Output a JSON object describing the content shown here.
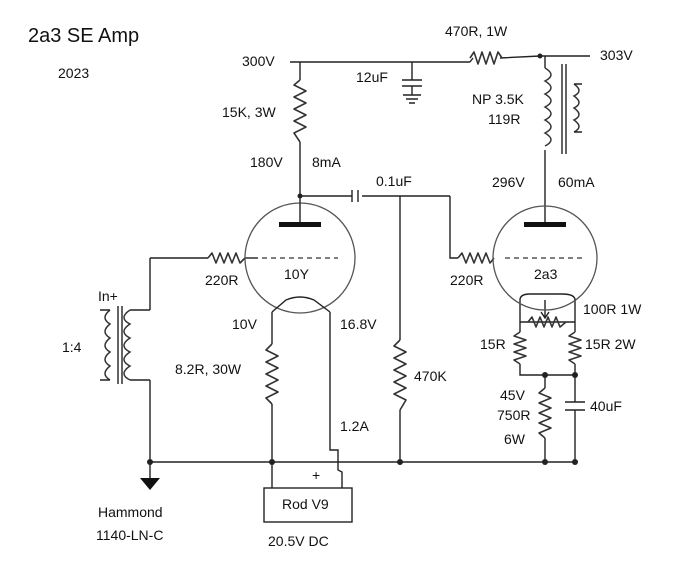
{
  "title": "2a3 SE Amp",
  "year": "2023",
  "labels": {
    "v300": "300V",
    "r470": "470R, 1W",
    "v303": "303V",
    "c12": "12uF",
    "r15k": "15K, 3W",
    "np": "NP 3.5K",
    "r119": "119R",
    "v180": "180V",
    "ma8": "8mA",
    "c01": "0.1uF",
    "v296": "296V",
    "ma60": "60mA",
    "r220a": "220R",
    "tube1": "10Y",
    "r220b": "220R",
    "tube2": "2a3",
    "inplus": "In+",
    "ratio": "1:4",
    "v10": "10V",
    "v168": "16.8V",
    "r100": "100R 1W",
    "r15": "15R",
    "r15w": "15R 2W",
    "r82": "8.2R, 30W",
    "r470k": "470K",
    "v45": "45V",
    "r750": "750R",
    "w6": "6W",
    "c40": "40uF",
    "a12": "1.2A",
    "plus": "+",
    "reg": "Rod V9",
    "hammond": "Hammond",
    "part": "1140-LN-C",
    "vdc": "20.5V DC"
  }
}
